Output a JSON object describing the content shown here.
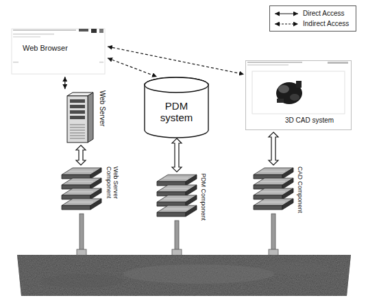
{
  "diagram": {
    "nodes": [
      {
        "text": [
          "Web Browser"
        ]
      },
      {
        "text": [
          "Web Server"
        ]
      },
      {
        "text": [
          "PDM system"
        ]
      },
      {
        "text": [
          "3D CAD system"
        ]
      },
      {
        "text": [
          "Web Server Component"
        ]
      },
      {
        "text": [
          "PDM Component"
        ]
      },
      {
        "text": [
          "CAD Component"
        ]
      }
    ],
    "edges": [
      {
        "from": 0,
        "to": 1,
        "arrow": "both"
      },
      {
        "from": 0,
        "to": 2,
        "arrow": "both"
      },
      {
        "from": 0,
        "to": 3,
        "arrow": "both"
      },
      {
        "from": 1,
        "to": 4,
        "arrow": "both"
      },
      {
        "from": 2,
        "to": 5,
        "arrow": "both"
      },
      {
        "from": 3,
        "to": 6,
        "arrow": "both"
      }
    ],
    "legend": [
      {
        "text": "Direct Access"
      },
      {
        "text": "Indirect Access"
      }
    ]
  }
}
